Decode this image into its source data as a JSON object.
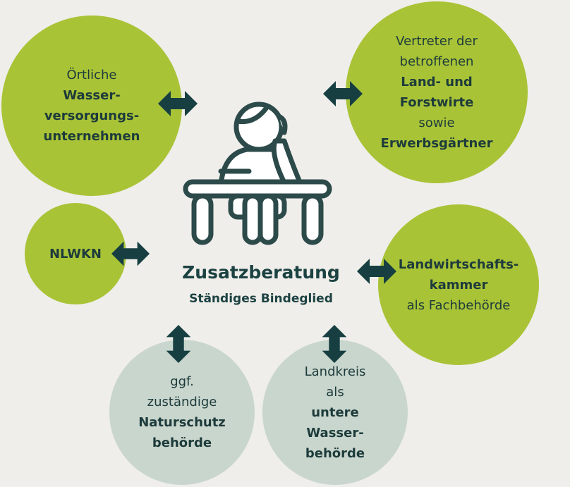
{
  "center": {
    "title": "Zusatzberatung",
    "subtitle": "Ständiges Bindeglied"
  },
  "nodes": {
    "wasser": {
      "l1": "Örtliche",
      "l2": "Wasser-",
      "l3": "versorgungs-",
      "l4": "unternehmen"
    },
    "landwirte": {
      "l1": "Vertreter der",
      "l2": "betroffenen",
      "l3": "Land- und",
      "l4": "Forstwirte",
      "l5": "sowie",
      "l6": "Erwerbsgärtner"
    },
    "nlwkn": {
      "l1": "NLWKN"
    },
    "kammer": {
      "l1": "Landwirtschafts-",
      "l2": "kammer",
      "l3": "als Fachbehörde"
    },
    "naturschutz": {
      "l1": "ggf.",
      "l2": "zuständige",
      "l3": "Naturschutz",
      "l4": "behörde"
    },
    "landkreis": {
      "l1": "Landkreis",
      "l2": "als",
      "l3": "untere",
      "l4": "Wasser-",
      "l5": "behörde"
    }
  },
  "colors": {
    "green": "#a9c337",
    "pale": "#c9d6cd",
    "dark": "#1d3b3b",
    "background": "#efeeea"
  }
}
